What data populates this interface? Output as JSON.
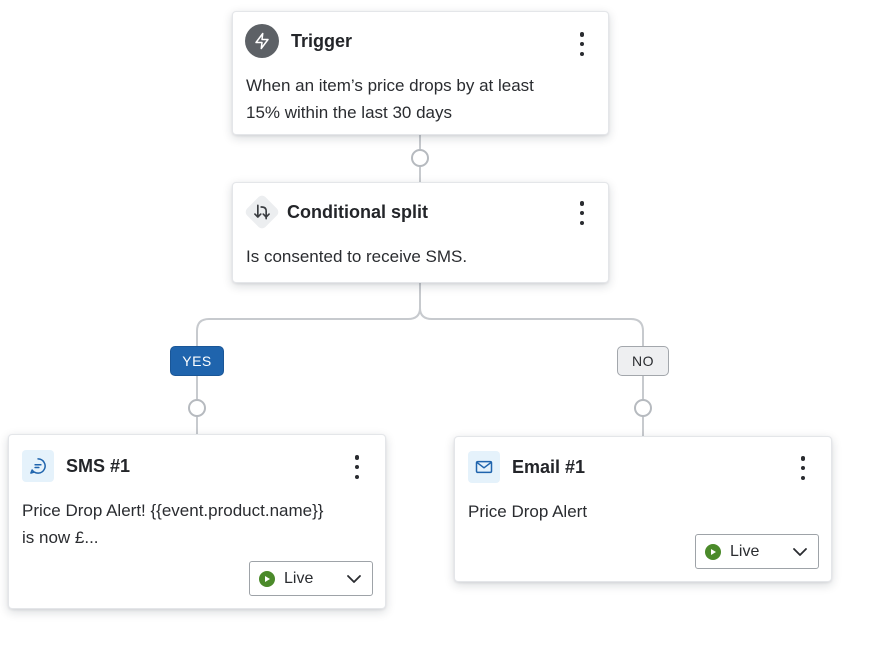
{
  "colors": {
    "connector": "#c7cace",
    "yes_badge": "#1f64ad",
    "no_badge": "#eeeff1",
    "live_status": "#4b8a2a",
    "trigger_icon_bg": "#5d6166"
  },
  "trigger": {
    "icon": "lightning-icon",
    "title": "Trigger",
    "description_line1": "When an item’s price drops by at least",
    "description_line2": "15% within the last 30 days"
  },
  "split": {
    "icon": "split-arrows-icon",
    "title": "Conditional split",
    "description": "Is consented to receive SMS."
  },
  "branches": {
    "yes_label": "YES",
    "no_label": "NO"
  },
  "sms": {
    "icon": "sms-chat-icon",
    "title": "SMS #1",
    "description_line1": "Price Drop Alert! {{event.product.name}}",
    "description_line2": "is now £...",
    "status": "Live"
  },
  "email": {
    "icon": "envelope-icon",
    "title": "Email #1",
    "description": "Price Drop Alert",
    "status": "Live"
  }
}
